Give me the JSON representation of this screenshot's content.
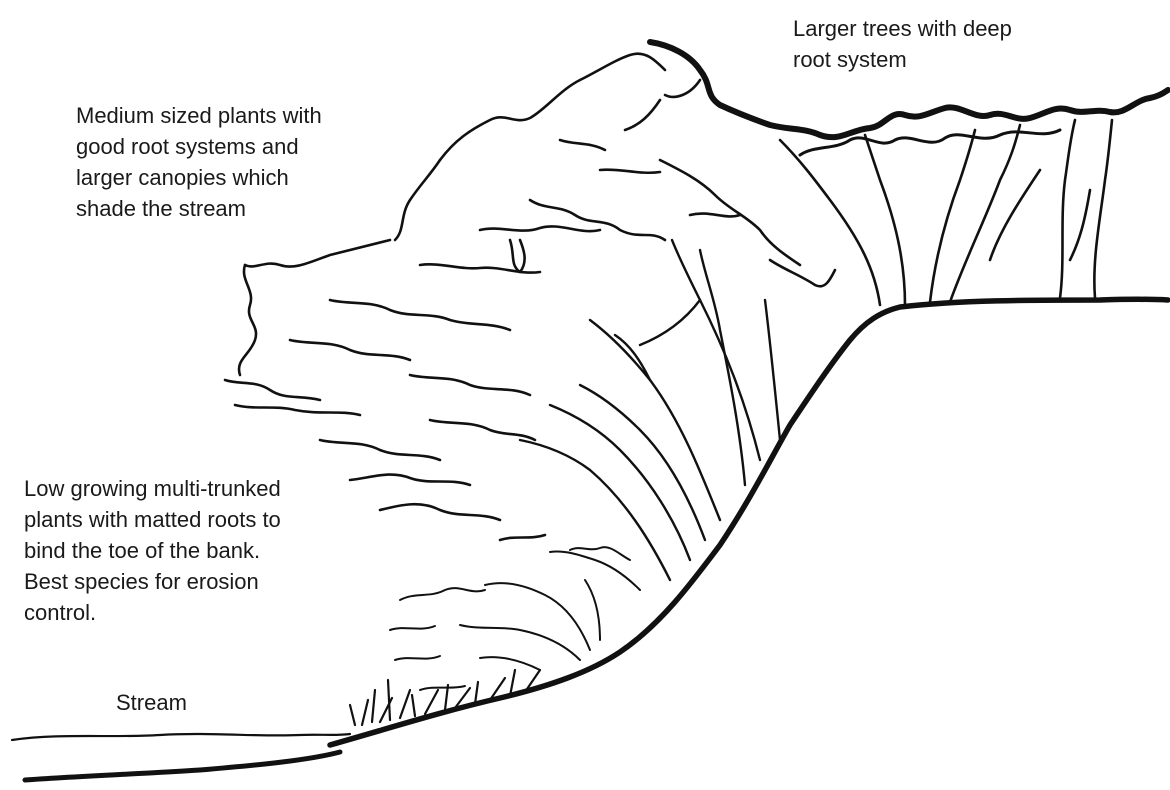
{
  "labels": {
    "large_trees": [
      "Larger trees with deep",
      "root system"
    ],
    "medium_plants": [
      "Medium sized plants with",
      "good root systems and",
      "larger canopies which",
      "shade the stream"
    ],
    "low_plants": [
      "Low growing multi-trunked",
      "plants with matted roots to",
      "bind the toe of the bank.",
      "Best species for erosion",
      "control."
    ],
    "stream": "Stream"
  }
}
